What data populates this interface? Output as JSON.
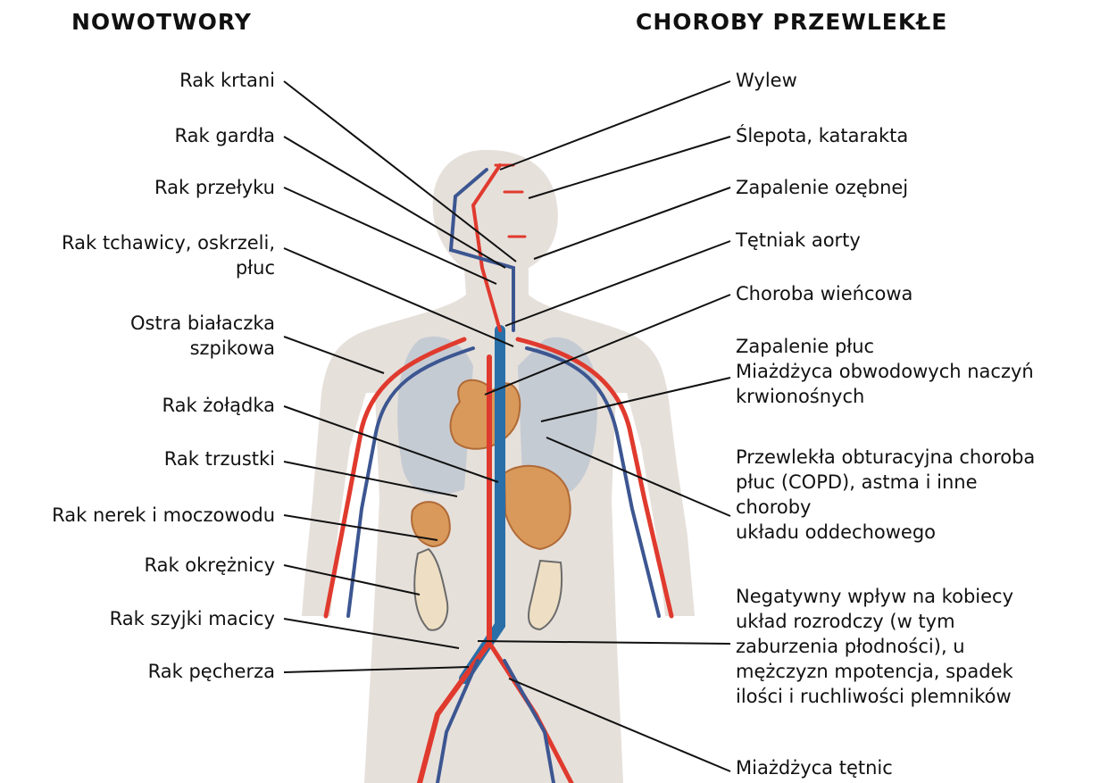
{
  "headers": {
    "left": "NOWOTWORY",
    "right": "CHOROBY PRZEWLEKŁE"
  },
  "left_labels": [
    {
      "lines": [
        "Rak krtani"
      ]
    },
    {
      "lines": [
        "Rak gardła"
      ]
    },
    {
      "lines": [
        "Rak przełyku"
      ]
    },
    {
      "lines": [
        "Rak tchawicy, oskrzeli,",
        "płuc"
      ]
    },
    {
      "lines": [
        "Ostra białaczka",
        "szpikowa"
      ]
    },
    {
      "lines": [
        "Rak żołądka"
      ]
    },
    {
      "lines": [
        "Rak trzustki"
      ]
    },
    {
      "lines": [
        "Rak nerek i moczowodu"
      ]
    },
    {
      "lines": [
        "Rak okrężnicy"
      ]
    },
    {
      "lines": [
        "Rak szyjki macicy"
      ]
    },
    {
      "lines": [
        "Rak pęcherza"
      ]
    }
  ],
  "right_labels": [
    {
      "lines": [
        "Wylew"
      ]
    },
    {
      "lines": [
        "Ślepota, katarakta"
      ]
    },
    {
      "lines": [
        "Zapalenie ozębnej"
      ]
    },
    {
      "lines": [
        "Tętniak aorty"
      ]
    },
    {
      "lines": [
        "Choroba wieńcowa"
      ]
    },
    {
      "lines": [
        "Zapalenie płuc",
        "Miażdżyca obwodowych naczyń",
        "krwionośnych"
      ]
    },
    {
      "lines": [
        "Przewlekła obturacyjna choroba",
        "płuc (COPD), astma i inne",
        "choroby",
        "układu oddechowego"
      ]
    },
    {
      "lines": [
        "Negatywny wpływ na kobiecy",
        "układ rozrodczy (w tym",
        "zaburzenia płodności), u",
        "mężczyzn mpotencja, spadek",
        "ilości i ruchliwości plemników"
      ]
    },
    {
      "lines": [
        "Miażdżyca tętnic"
      ]
    }
  ],
  "colors": {
    "body": "#e6e0db",
    "artery": "#e03a2e",
    "vein": "#3c5691",
    "aorta_blue": "#2a6fa8",
    "organ": "#d9995a",
    "lung": "#c5cbd3",
    "leader": "#111111"
  }
}
